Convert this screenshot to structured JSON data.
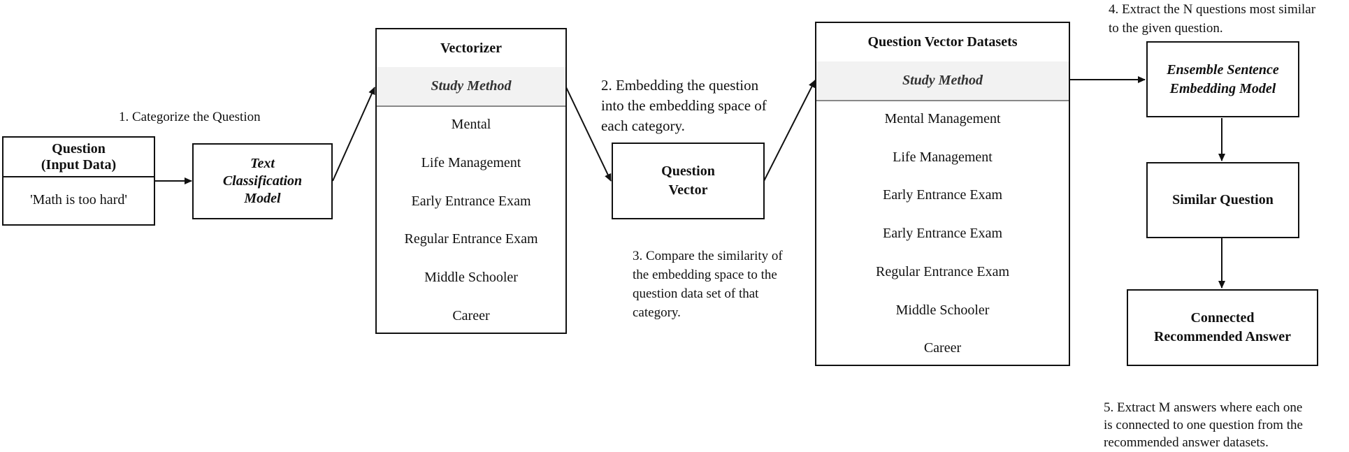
{
  "question_box": {
    "title_line1": "Question",
    "title_line2": "(Input Data)",
    "example": "'Math is too hard'"
  },
  "classifier": {
    "line1": "Text",
    "line2": "Classification",
    "line3": "Model"
  },
  "vectorizer": {
    "title": "Vectorizer",
    "selected": "Study Method",
    "items": [
      "Mental",
      "Life Management",
      "Early Entrance Exam",
      "Regular Entrance Exam",
      "Middle Schooler",
      "Career"
    ]
  },
  "question_vector": {
    "line1": "Question",
    "line2": "Vector"
  },
  "datasets": {
    "title": "Question Vector Datasets",
    "selected": "Study Method",
    "items": [
      "Mental Management",
      "Life Management",
      "Early Entrance Exam",
      "Early Entrance Exam",
      "Regular Entrance Exam",
      "Middle Schooler",
      "Career"
    ]
  },
  "ensemble": {
    "line1": "Ensemble Sentence",
    "line2": "Embedding Model"
  },
  "similar": {
    "label": "Similar Question"
  },
  "answer": {
    "line1": "Connected",
    "line2": "Recommended Answer"
  },
  "steps": {
    "s1": "1. Categorize the Question",
    "s2": [
      "2. Embedding the question",
      "into the embedding space of",
      "each category."
    ],
    "s3": [
      "3. Compare the similarity of",
      "the embedding space to the",
      "question data set of that",
      "category."
    ],
    "s4": [
      "4. Extract the N questions most similar",
      "to the given question."
    ],
    "s5": [
      "5. Extract M answers where each one",
      "is connected to one question from the",
      "recommended answer datasets."
    ]
  }
}
